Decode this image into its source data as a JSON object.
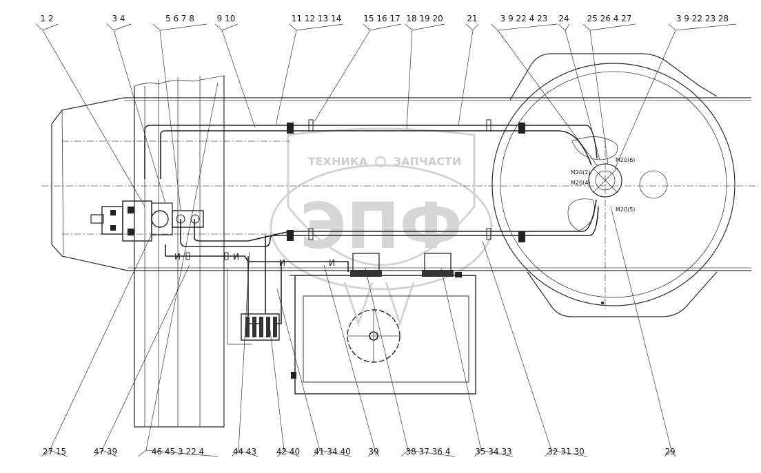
{
  "labels_top": [
    "1 2",
    "3 4",
    "5 6 7 8",
    "9 10",
    "11 12 13 14",
    "15 16 17",
    "18 19 20",
    "21",
    "3 9 22 4 23",
    "24",
    "25 26 4 27",
    "3 9 22 23 28"
  ],
  "labels_bottom": [
    "27 15",
    "47 39",
    "46 45 3 22 4",
    "44 43",
    "42 40",
    "41 34 40",
    "39",
    "38 37 36 4",
    "35 34 33",
    "32 31 30",
    "29"
  ],
  "port_labels": [
    "М20(6)",
    "М20(2)",
    "М20(4)",
    "М20(5)"
  ],
  "hose_marks": [
    "И",
    "И",
    "И",
    "И"
  ],
  "watermark": {
    "top_text": "ТЕХНИКА",
    "top_text_right": "ЗАПЧАСТИ",
    "main": "ЭПФ",
    "color": "#c8c8c8"
  }
}
